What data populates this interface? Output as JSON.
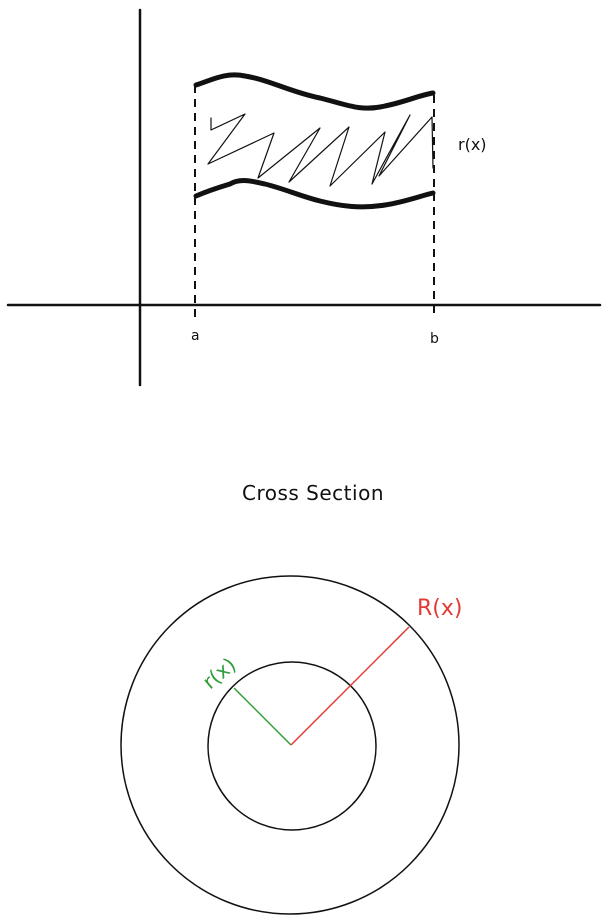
{
  "diagram": {
    "label_r": "r(x)",
    "label_a": "a",
    "label_b": "b",
    "section_title": "Cross Section",
    "label_inner_radius": "r(x)",
    "label_outer_radius": "R(x)",
    "colors": {
      "ink": "#111111",
      "inner_radius": "#2e9d3a",
      "outer_radius": "#e53935"
    }
  }
}
